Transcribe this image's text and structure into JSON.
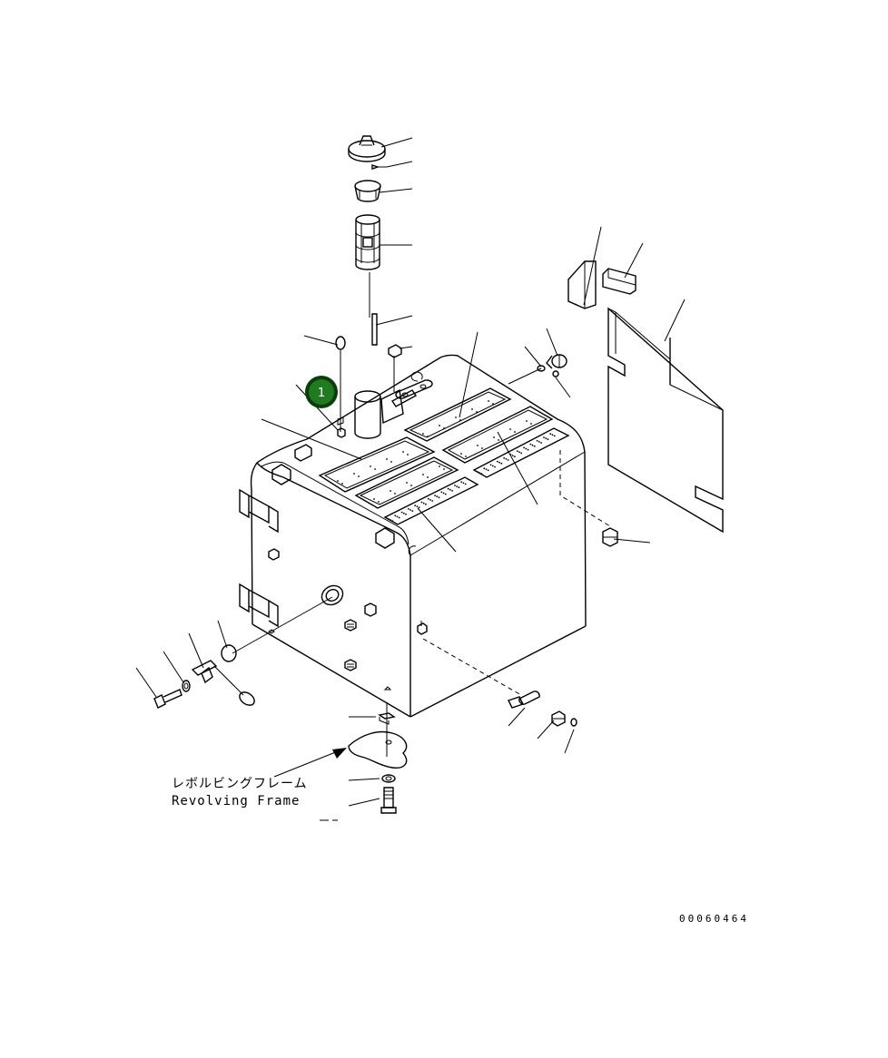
{
  "callout": {
    "label": "1",
    "color": "#1e7b1e",
    "ring_color": "#0c3d0c"
  },
  "annotation": {
    "jp": "レボルビングフレーム",
    "en": "Revolving Frame"
  },
  "drawing_code": "00060464"
}
